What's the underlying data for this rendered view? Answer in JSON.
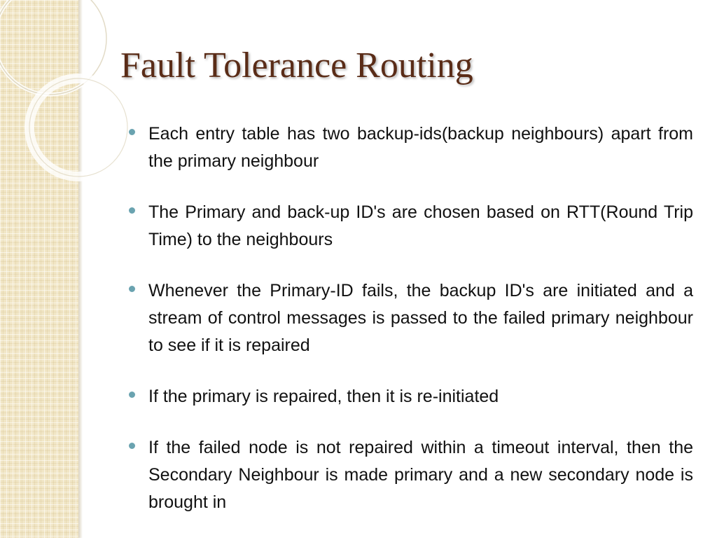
{
  "slide": {
    "title": "Fault Tolerance Routing",
    "bullets": [
      {
        "text": "Each entry table has two backup-ids(backup neighbours) apart from the  primary neighbour"
      },
      {
        "text": "The Primary and back-up ID's are chosen based on RTT(Round Trip Time) to the neighbours"
      },
      {
        "text": "Whenever the Primary-ID fails, the backup ID's are initiated and a stream of control messages is passed to the failed primary neighbour to see if it is repaired"
      },
      {
        "text": "If the primary is repaired, then it is re-initiated"
      },
      {
        "text": "If the failed node is not repaired within a timeout interval, then the Secondary Neighbour is made primary and a new secondary node is brought in"
      }
    ]
  },
  "colors": {
    "title": "#5a2c17",
    "bullet_dot": "#6aa3b0",
    "sidebar": "#f1e6c6",
    "text": "#111111"
  }
}
